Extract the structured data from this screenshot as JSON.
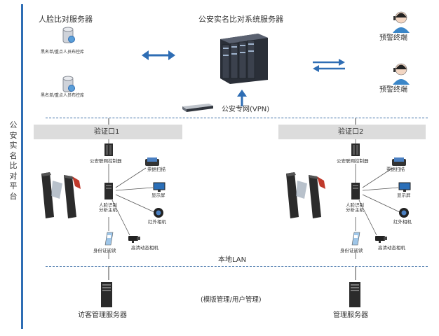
{
  "platform_label": "公安实名比对平台",
  "face_server": {
    "title": "人脸比对服务器",
    "items": [
      "黑名单/重点人员布控库",
      "黑名单/重点人员布控库"
    ]
  },
  "police_server": {
    "title": "公安实名比对系统服务器"
  },
  "terminals": [
    "预警终端",
    "预警终端"
  ],
  "network": {
    "vpn_label": "公安专网(VPN)",
    "lan_label": "本地LAN"
  },
  "gate1": {
    "title": "验证口1",
    "controller": "公安联网控制器",
    "scanner": "票据扫描",
    "display": "显示屏",
    "host": "人脸识别\n分析主机",
    "ir_camera": "红外相机",
    "id_reader": "身份证阅读",
    "hd_camera": "高清动态相机"
  },
  "gate2": {
    "title": "验证口2",
    "controller": "公安联网控制器",
    "scanner": "票据扫描",
    "display": "显示屏",
    "host": "人脸识别\n分析主机",
    "ir_camera": "红外相机",
    "id_reader": "身份证阅读",
    "hd_camera": "高清动态相机"
  },
  "bottom": {
    "visitor_server": "访客管理服务器",
    "mgmt_note": "(模版管理/用户管理)",
    "mgmt_server": "管理服务器"
  },
  "colors": {
    "accent": "#2e6db4",
    "dash": "#3c6ea6",
    "bar": "#dcdcdc"
  }
}
